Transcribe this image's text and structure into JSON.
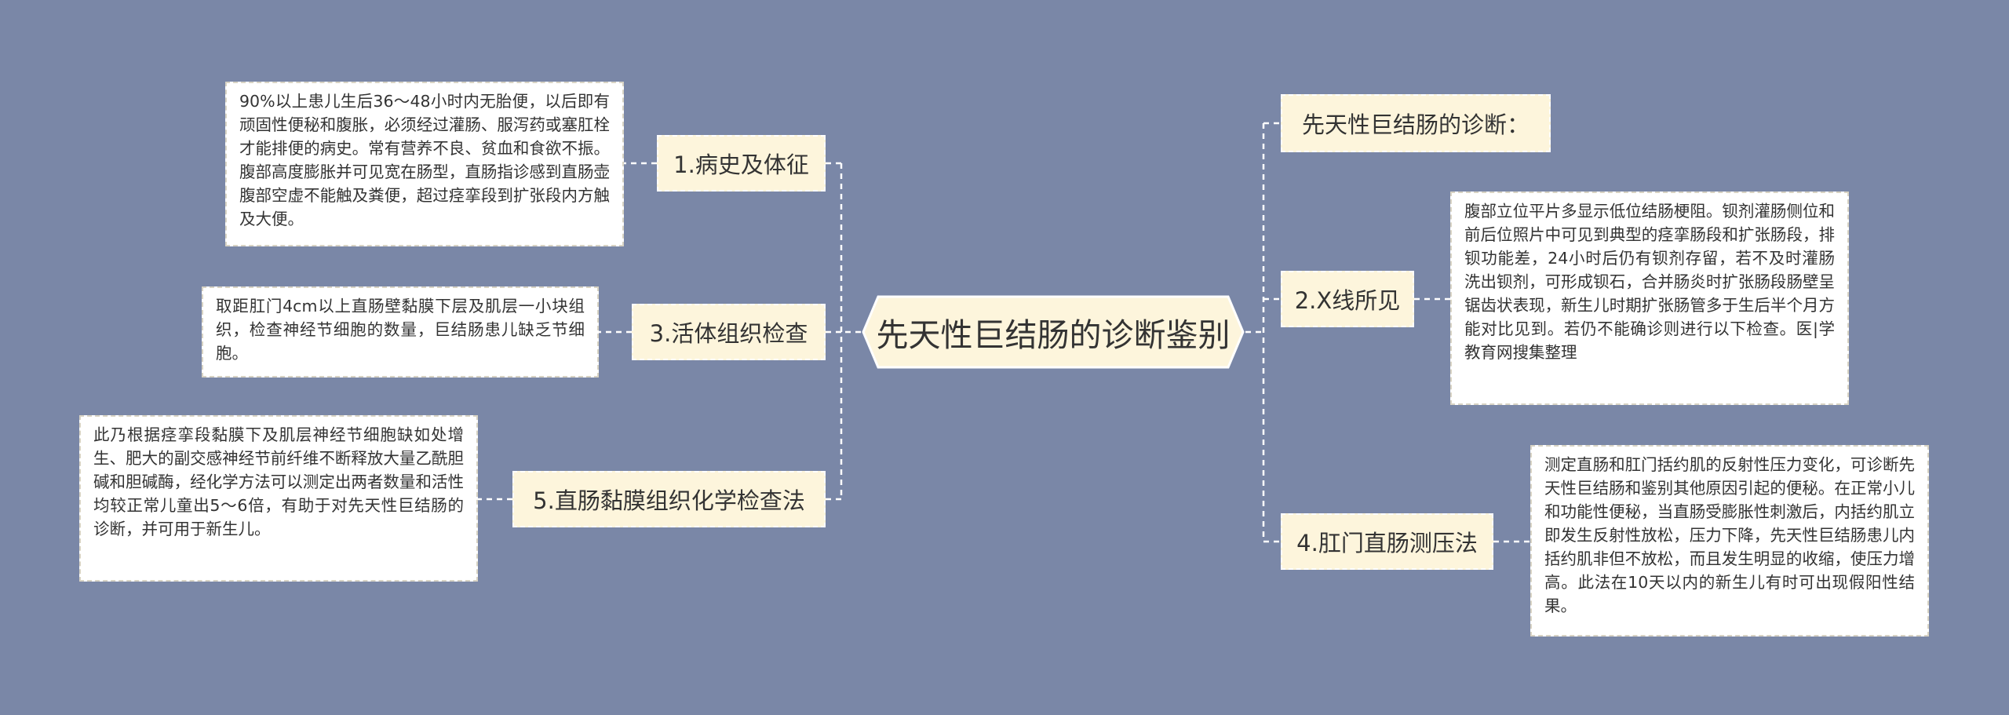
{
  "center": {
    "label": "先天性巨结肠的诊断鉴别"
  },
  "branches": {
    "history": {
      "label": "1.病史及体征",
      "detail": "90%以上患儿生后36～48小时内无胎便，以后即有顽固性便秘和腹胀，必须经过灌肠、服泻药或塞肛栓才能排便的病史。常有营养不良、贫血和食欲不振。腹部高度膨胀并可见宽在肠型，直肠指诊感到直肠壶腹部空虚不能触及粪便，超过痉挛段到扩张段内方触及大便。"
    },
    "biopsy": {
      "label": "3.活体组织检查",
      "detail": "取距肛门4cm以上直肠壁黏膜下层及肌层一小块组织，检查神经节细胞的数量，巨结肠患儿缺乏节细胞。"
    },
    "histochem": {
      "label": "5.直肠黏膜组织化学检查法",
      "detail": "此乃根据痉挛段黏膜下及肌层神经节细胞缺如处增生、肥大的副交感神经节前纤维不断释放大量乙酰胆碱和胆碱酶，经化学方法可以测定出两者数量和活性均较正常儿童出5～6倍，有助于对先天性巨结肠的诊断，并可用于新生儿。"
    },
    "diagnosis": {
      "label": "先天性巨结肠的诊断："
    },
    "xray": {
      "label": "2.X线所见",
      "detail": "腹部立位平片多显示低位结肠梗阻。钡剂灌肠侧位和前后位照片中可见到典型的痉挛肠段和扩张肠段，排钡功能差，24小时后仍有钡剂存留，若不及时灌肠洗出钡剂，可形成钡石，合并肠炎时扩张肠段肠壁呈锯齿状表现，新生儿时期扩张肠管多于生后半个月方能对比见到。若仍不能确诊则进行以下检查。医|学教育网搜集整理"
    },
    "manometry": {
      "label": "4.肛门直肠测压法",
      "detail": "测定直肠和肛门括约肌的反射性压力变化，可诊断先天性巨结肠和鉴别其他原因引起的便秘。在正常小儿和功能性便秘，当直肠受膨胀性刺激后，内括约肌立即发生反射性放松，压力下降，先天性巨结肠患儿内括约肌非但不放松，而且发生明显的收缩，使压力增高。此法在10天以内的新生儿有时可出现假阳性结果。"
    }
  },
  "colors": {
    "background": "#7a87a7",
    "center_fill": "#fdf5dc",
    "branch_fill": "#fdf5dc",
    "leaf_fill": "#ffffff",
    "connector": "#ffffff",
    "text": "#333333"
  }
}
